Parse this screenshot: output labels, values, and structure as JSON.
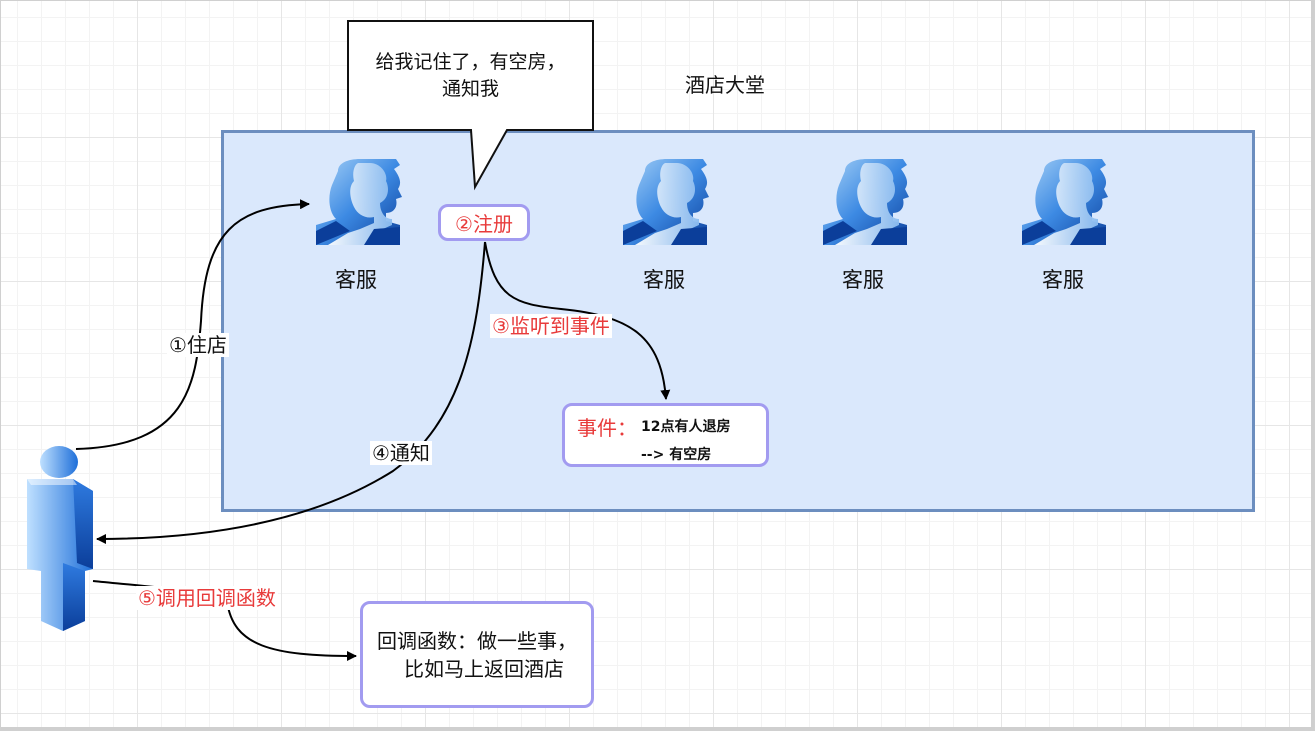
{
  "bubble": {
    "line1": "给我记住了，有空房，",
    "line2": "通知我"
  },
  "hall_title": "酒店大堂",
  "agents": [
    {
      "label": "客服"
    },
    {
      "label": "客服"
    },
    {
      "label": "客服"
    },
    {
      "label": "客服"
    }
  ],
  "register": {
    "label": "②注册"
  },
  "event_box": {
    "tag": "事件：",
    "line1": "12点有人退房",
    "line2": "--> 有空房"
  },
  "steps": {
    "check_in": "①住店",
    "listen": "③监听到事件",
    "notify": "④通知",
    "callback": "⑤调用回调函数"
  },
  "callback_box": {
    "line1": "回调函数：做一些事，",
    "line2": "比如马上返回酒店"
  },
  "colors": {
    "hall_fill": "#dae8fc",
    "hall_border": "#6c8ebf",
    "box_border": "#a29bf0",
    "accent_red": "#e83b3b"
  },
  "icons": {
    "agent": "customer-service-icon",
    "user": "user-icon"
  }
}
